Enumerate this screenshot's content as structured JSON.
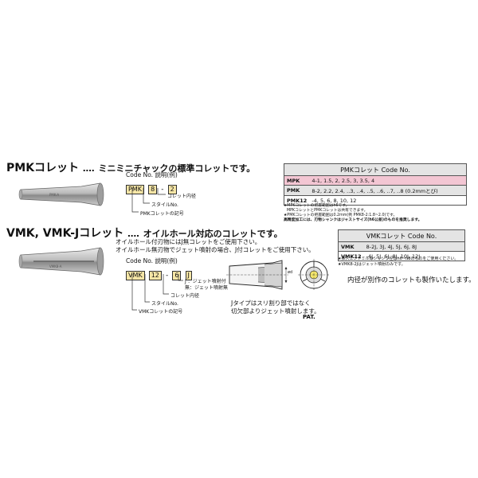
{
  "pmk": {
    "title": "PMKコレット",
    "dots": "‥‥",
    "desc": "ミニミニチャックの標準コレットです。",
    "code_header": "Code No. 説明(例)",
    "code_parts": [
      "PMK",
      "8",
      "2"
    ],
    "dash": "-",
    "label_collet_inner": "コレット内径",
    "label_style": "スタイルNo.",
    "label_symbol": "PMKコレットの記号",
    "body_text": "PMK-A"
  },
  "vmk": {
    "title": "VMK, VMK-Jコレット",
    "dots": "‥‥",
    "desc": "オイルホール対応のコレットです。",
    "line1": "オイルホール付刃物にはJ無コレットをご使用下さい。",
    "line2": "オイルホール無刃物でジェット噴射の場合、J付コレットをご使用下さい。",
    "code_header": "Code No. 説明(例)",
    "code_parts": [
      "VMK",
      "12",
      "6",
      "J"
    ],
    "dash": "-",
    "label_j1": "J ：ジェット噴射付",
    "label_j2": "無：ジェット噴射無",
    "label_collet_inner": "コレット内径",
    "label_style": "スタイルNo.",
    "label_symbol": "VMKコレットの記号",
    "body_text": "VMK8-A"
  },
  "diagram": {
    "dim_label": "ød",
    "caption1": "Jタイプはスリ割り部ではなく",
    "caption2": "切欠部よりジェット噴射します。",
    "pat": "PAT."
  },
  "pmk_table": {
    "header": "PMKコレット Code No.",
    "rows": [
      {
        "code": "MPK",
        "values": "4-1, 1.5, 2, 2.5, 3, 3.5, 4"
      },
      {
        "code": "PMK",
        "values": "8-2, 2.2, 2.4, ‥3, ‥4, ‥5, ‥6, ‥7, ‥8 (0.2mmとび)"
      },
      {
        "code": "PMK12",
        "values": "-4, 5, 6, 8, 10, 12"
      }
    ],
    "notes": [
      "★MPKコレットの把握範囲はh6です。",
      "MPKコレットとPMKコレットは共有できます。",
      "★PMKコレットの把握範囲は0.2mm(例 PMK8-2:1.8~2.0)です。",
      "高精度加工には、刃物シャンクはジャストサイズ(h6公差)のものを推奨します。"
    ]
  },
  "vmk_table": {
    "header": "VMKコレット Code No.",
    "rows": [
      {
        "code": "VMK",
        "values": "8-2J, 3J, 4J, 5J, 6J, 8J"
      },
      {
        "code": "VMK12",
        "values": "-4J, 5J, 6J, 8J, 10J, 12J"
      }
    ],
    "notes": [
      "★挿入エンドミルのシャンク径はh6~h8のものをご使用ください。",
      "★VMK8-2Jはジェット噴射のみです。"
    ]
  },
  "special_order": "内径が別作のコレットも製作いたします。",
  "colors": {
    "pink_row": "#f3c6d3",
    "gray_row": "#e4e4e4",
    "code_box": "#f6e6a6"
  }
}
